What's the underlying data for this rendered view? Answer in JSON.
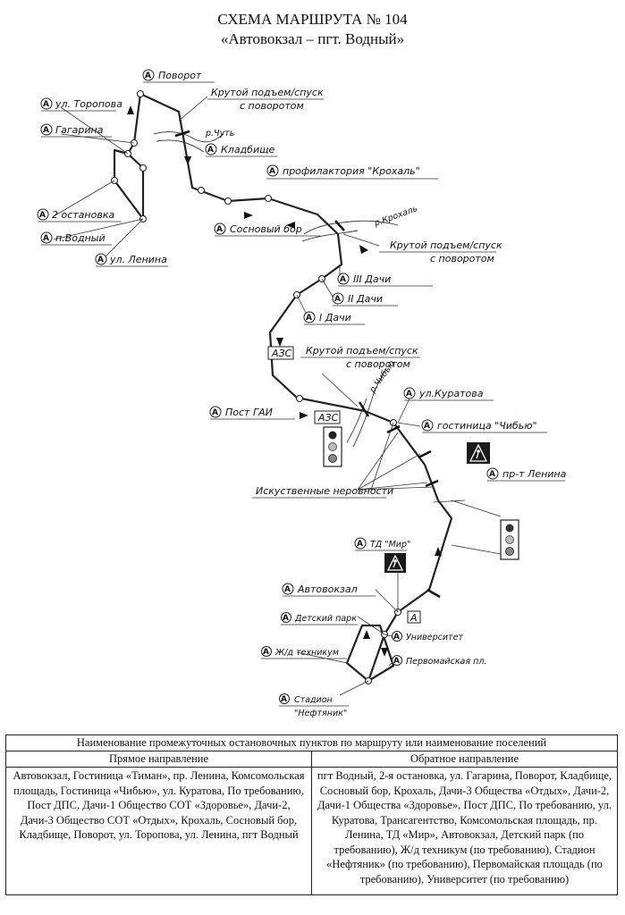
{
  "header": {
    "title": "СХЕМА МАРШРУТА № 104",
    "subtitle": "«Автовокзал – пгт. Водный»"
  },
  "map": {
    "stops": {
      "povorot": "Поворот",
      "toropova": "ул. Торопова",
      "gagarina": "Гагарина",
      "kladbische": "Кладбище",
      "profilaktoriy": "профилактория \"Крохаль\"",
      "vtoraya_ostanovka": "2 остановка",
      "p_vodny": "п.Водный",
      "lenina_ul": "ул. Ленина",
      "sosnovy_bor": "Сосновый бор",
      "dachi3": "III Дачи",
      "dachi2": "II Дачи",
      "dachi1": "I Дачи",
      "post_gai": "Пост ГАИ",
      "kuratova": "ул.Куратова",
      "chibyu": "гостиница \"Чибью\"",
      "pr_lenina": "пр-т Ленина",
      "td_mir": "ТД \"Мир\"",
      "avtovokzal": "Автовокзал",
      "detsky_park": "Детский парк",
      "universitet": "Университет",
      "zhd_tehnikum": "Ж/д техникум",
      "pervomayskaya": "Первомайская пл.",
      "stadion1": "Стадион",
      "stadion2": "\"Нефтяник\""
    },
    "stop_symbol": "А",
    "notes": {
      "climb1_line1": "Крутой подъем/спуск",
      "climb1_line2": "с поворотом",
      "climb2_line1": "Крутой подъем/спуск",
      "climb2_line2": "с поворотом",
      "climb3_line1": "Крутой подъем/спуск",
      "climb3_line2": "с поворотом",
      "bumps": "Искуственные неровности",
      "gas1": "АЗС",
      "gas2": "АЗС",
      "bus_station_mark": "А"
    },
    "rivers": {
      "chut": "р.Чуть",
      "krohal": "р.Крохаль",
      "chibyu": "р.Чибью"
    }
  },
  "table": {
    "header": "Наименование промежуточных остановочных пунктов по маршруту или наименование поселений",
    "col_forward": "Прямое направление",
    "col_backward": "Обратное направление",
    "forward_text": "Автовокзал, Гостиница «Тиман», пр. Ленина, Комсомольская площадь, Гостиница «Чибью», ул. Куратова, По требованию, Пост ДПС, Дачи-1 Общество СОТ «Здоровье», Дачи-2, Дачи-3 Общество СОТ «Отдых», Крохаль, Сосновый бор, Кладбище, Поворот, ул. Торопова, ул. Ленина, пгт Водный",
    "backward_text": "пгт Водный, 2-я остановка, ул. Гагарина, Поворот, Кладбище, Сосновый бор, Крохаль, Дачи-3 Общества «Отдых», Дачи-2, Дачи-1 Общества «Здоровье», Пост ДПС, По требованию, ул. Куратова, Трансагентство, Комсомольская площадь, пр. Ленина, ТД «Мир», Автовокзал, Детский парк (по требованию), Ж/д техникум (по требованию), Стадион «Нефтяник» (по требованию), Первомайская площадь (по требованию), Университет (по требованию)"
  }
}
